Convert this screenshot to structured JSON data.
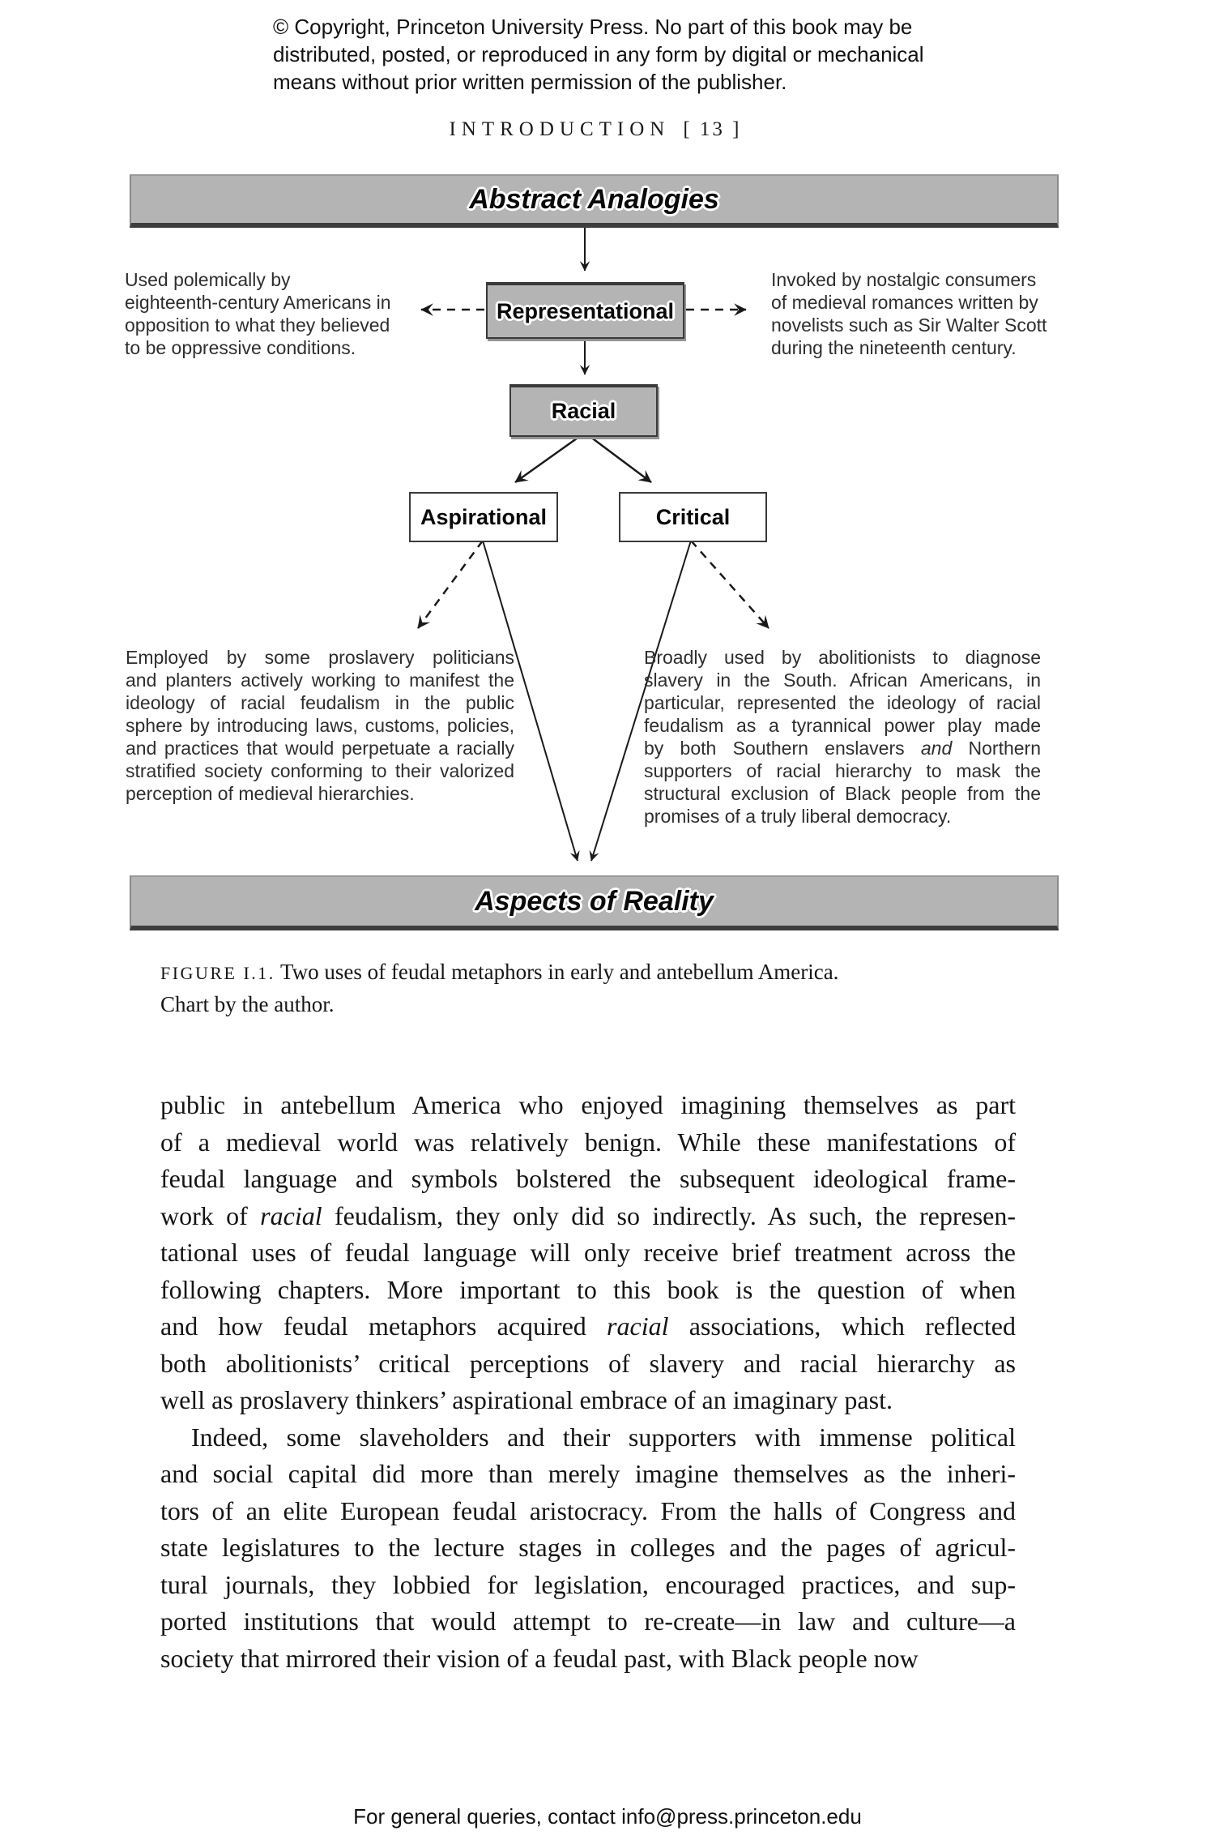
{
  "header": {
    "copyright_lines": [
      "© Copyright, Princeton University Press. No part of this book may be",
      "distributed, posted, or reproduced in any form by digital or mechanical",
      "means without prior written permission of the publisher."
    ],
    "running_head": "INTRODUCTION",
    "page_number": "[ 13 ]"
  },
  "diagram": {
    "top_banner": "Abstract Analogies",
    "bottom_banner": "Aspects of Reality",
    "nodes": {
      "representational": "Representational",
      "racial": "Racial",
      "aspirational": "Aspirational",
      "critical": "Critical"
    },
    "annotations": {
      "representational_left": [
        "Used polemically by",
        "eighteenth-century Americans in",
        "opposition to what they believed",
        "to be oppressive conditions."
      ],
      "representational_right": [
        "Invoked by nostalgic consumers",
        "of medieval romances written by",
        "novelists such as Sir Walter Scott",
        "during the nineteenth century."
      ],
      "aspirational": [
        "Employed by some proslavery politicians",
        "and planters actively working to manifest the",
        "ideology of racial feudalism in the public",
        "sphere by introducing laws, customs, policies,",
        "and practices that would perpetuate a racially",
        "stratified society conforming to their valorized",
        "perception of medieval hierarchies."
      ],
      "critical": [
        "Broadly used by abolitionists to diagnose",
        "slavery in the South. African Americans, in",
        "particular, represented the ideology of racial",
        "feudalism as a tyrannical power play made",
        [
          "by both Southern enslavers ",
          {
            "i": "and"
          },
          " Northern"
        ],
        "supporters of racial hierarchy to mask the",
        "structural exclusion of Black people from the",
        "promises of a truly liberal democracy."
      ]
    }
  },
  "caption": {
    "label": "FIGURE I.1.",
    "line1_rest": " Two uses of feudal metaphors in early and antebellum America.",
    "line2": "Chart by the author."
  },
  "body": {
    "paragraphs": [
      {
        "lines": [
          "public in antebellum America who enjoyed imagining themselves as part",
          "of a medieval world was relatively benign. While these manifestations of",
          "feudal language and symbols bolstered the subsequent ideological frame-",
          [
            "work of ",
            {
              "i": "racial"
            },
            " feudalism, they only did so indirectly. As such, the represen-"
          ],
          "tational uses of feudal language will only receive brief treatment across the",
          "following chapters. More important to this book is the question of when",
          [
            "and how feudal metaphors acquired ",
            {
              "i": "racial"
            },
            " associations, which reflected"
          ],
          "both abolitionists’ critical perceptions of slavery and racial hierarchy as",
          "well as proslavery thinkers’ aspirational embrace of an imaginary past."
        ]
      },
      {
        "lines": [
          "Indeed, some slaveholders and their supporters with immense political",
          "and social capital did more than merely imagine themselves as the inheri-",
          "tors of an elite European feudal aristocracy. From the halls of Congress and",
          "state legislatures to the lecture stages in colleges and the pages of agricul-",
          "tural journals, they lobbied for legislation, encouraged practices, and sup-",
          "ported institutions that would attempt to re-create—in law and culture—a",
          "society that mirrored their vision of a feudal past, with Black people now"
        ]
      }
    ]
  },
  "footer": {
    "text": "For general queries, contact info@press.princeton.edu"
  },
  "colors": {
    "box_gray": "#b4b4b4",
    "border_dark": "#3d3d3d",
    "text": "#151515"
  }
}
